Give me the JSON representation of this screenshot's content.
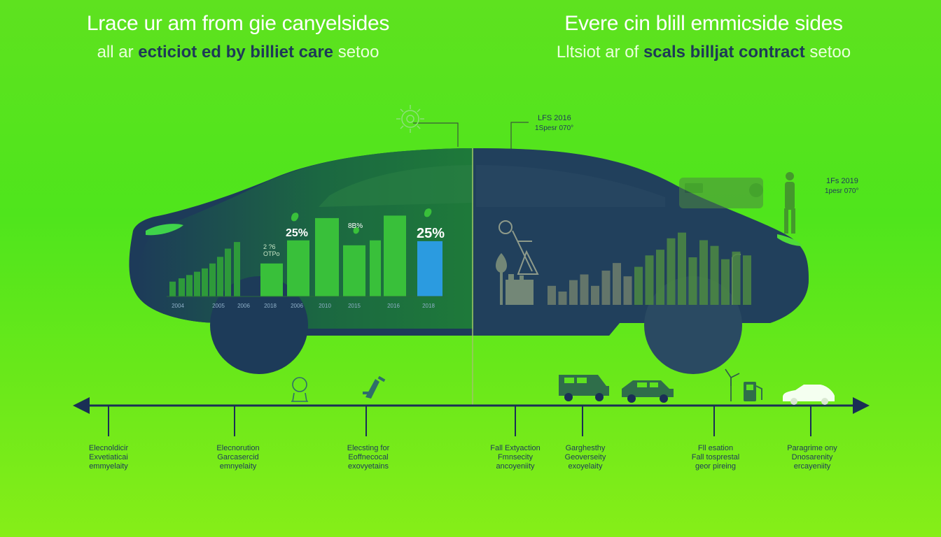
{
  "left_heading": {
    "title": "Lrace ur am from gie canyelsides",
    "subtitle_prefix": "all ar ",
    "subtitle_bold": "ecticiot ed by billiet care",
    "subtitle_suffix": " setoo"
  },
  "right_heading": {
    "title": "Evere cin blill emmicside sides",
    "subtitle_prefix": "Lltsiot ar of ",
    "subtitle_bold": "scals billjat contract",
    "subtitle_suffix": " setoo"
  },
  "left_chart": {
    "bar_values": [
      18,
      22,
      26,
      30,
      34,
      40,
      48,
      58,
      66,
      40,
      68,
      95,
      62,
      68,
      98,
      67
    ],
    "bar_colors": [
      "#2e9a3a",
      "#2e9a3a",
      "#2e9a3a",
      "#2e9a3a",
      "#2e9a3a",
      "#2e9a3a",
      "#2e9a3a",
      "#2e9a3a",
      "#2e9a3a",
      "#39c03a",
      "#39c03a",
      "#39c03a",
      "#39c03a",
      "#39c03a",
      "#39c03a",
      "#2b9be0"
    ],
    "year_labels": [
      "2004",
      "2005",
      "2006",
      "2018",
      "2006",
      "2010",
      "2015",
      "2016",
      "2018"
    ],
    "annotations": [
      {
        "text": "25%",
        "emphasis": true
      },
      {
        "text": "2 ?6",
        "emphasis": false
      },
      {
        "text": "OTPo",
        "emphasis": false
      },
      {
        "text": "8B%",
        "emphasis": false
      },
      {
        "text": "25%",
        "emphasis": true
      }
    ]
  },
  "right_chart": {
    "bar_values": [
      20,
      14,
      26,
      32,
      20,
      36,
      44,
      30,
      40,
      52,
      58,
      70,
      76,
      50,
      68,
      62,
      48,
      56,
      52
    ],
    "callouts": [
      {
        "line1": "LFS 2016",
        "line2": "1Spesr 070°"
      },
      {
        "line1": "1Fs 2019",
        "line2": "1pesr 070°"
      }
    ]
  },
  "timeline": {
    "labels": [
      [
        "Elecnoldicir",
        "Exvetiaticai",
        "emmyelaity"
      ],
      [
        "Elecnorution",
        "Garcasercid",
        "emnyelaity"
      ],
      [
        "Elecsting for",
        "Eoffnecocal",
        "exovyetains"
      ],
      [
        "Fall Extyaction",
        "Fmnsecity",
        "ancoyeniity"
      ],
      [
        "Garghesthy",
        "Geoverseity",
        "exoyelaity"
      ],
      [
        "Fll esation",
        "Fall tosprestal",
        "geor pireing"
      ],
      [
        "Paragrime ony",
        "Dnosarenity",
        "ercayeniity"
      ]
    ]
  },
  "colors": {
    "background": "#5ee21f",
    "car_body": "#1d3b59",
    "car_glass_green": "#1f7d39",
    "bar_green": "#39c03a",
    "bar_blue": "#2b9be0",
    "right_bars": "#5e8a4a",
    "timeline": "#1a2f55"
  },
  "icons": [
    "sun-gear-icon",
    "satellite-dish-icon",
    "drone-icon",
    "suv-icon",
    "car-icon",
    "wind-turbine-icon",
    "fuel-pump-icon",
    "electric-car-icon",
    "factory-icon",
    "oil-rig-icon",
    "truck-icon",
    "person-icon",
    "street-lamp-icon"
  ]
}
